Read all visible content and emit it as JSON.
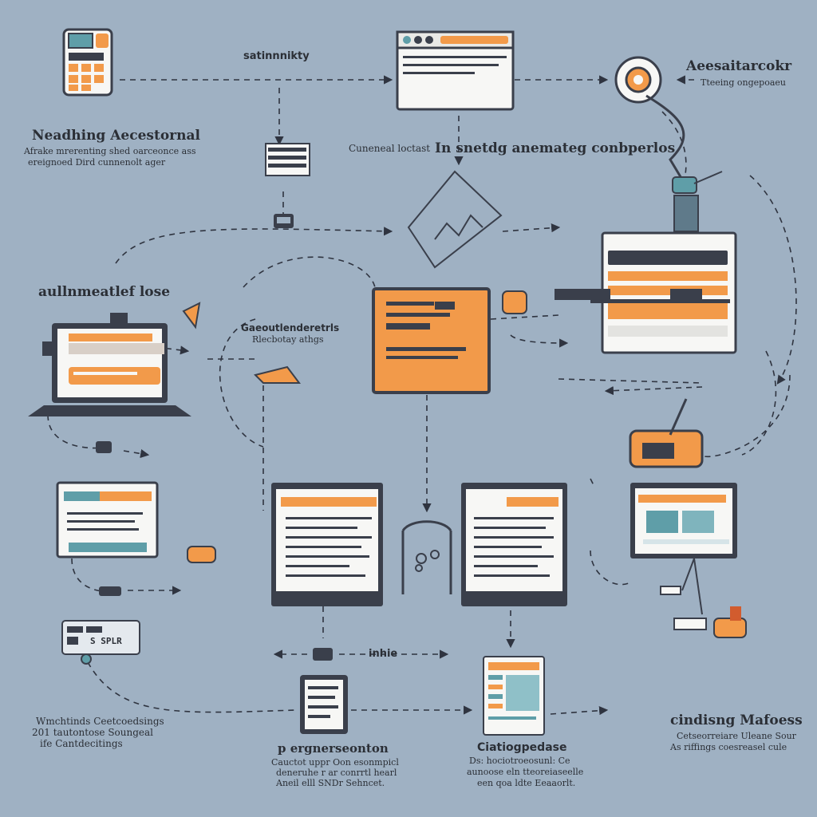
{
  "colors": {
    "background": "#9fb1c3",
    "orange": "#f29a4a",
    "teal": "#5f9ea8",
    "dark": "#3a3f4b",
    "line": "#2f3440",
    "white": "#f7f7f5"
  },
  "labels": {
    "top_center_small": "satinnnikty",
    "top_left_title": "Neadhing Aecestornal",
    "top_left_sub1": "Afrake mrerenting shed oarceonce ass",
    "top_left_sub2": "ereignoed Dird cunnenolt ager",
    "mid_center_small": "Cuneneal loctast",
    "mid_center_title": "In snetdg anemateg conbperlos",
    "top_right_title": "Aeesaitarcokr",
    "top_right_sub": "Tteeing ongepoaeu",
    "left_mid_title": "aullnmeatlef lose",
    "center_small_title": "Gaeoutlenderetrls",
    "center_small_sub": "Rlecbotay athgs",
    "bottom_center_label": "inhie",
    "bottom_left_title": "Wmchtinds Ceetcoedsings",
    "bottom_left_sub1": "201 tautontose Soungeal",
    "bottom_left_sub2": "ife Cantdecitings",
    "bottom_mid_title": "p ergnerseonton",
    "bottom_mid_sub1": "Cauctot uppr Oon esonmpicl",
    "bottom_mid_sub2": "deneruhe r ar conrrtl hearl",
    "bottom_mid_sub3": "Aneil elll SNDr Sehncet.",
    "bottom_right_center_title": "Ciatiogpedase",
    "bottom_right_center_sub1": "Ds: hociotroeosunl: Ce",
    "bottom_right_center_sub2": "aunoose eln tteoreiaseelle",
    "bottom_right_center_sub3": "een qoa ldte Eeaaorlt.",
    "bottom_right_title": "cindisng Mafoess",
    "bottom_right_sub1": "Cetseorreiare Uleane Sour",
    "bottom_right_sub2": "As riffings coesreasel cule",
    "keyboard_text": "S SPLR"
  },
  "icons": [
    "calculator-icon",
    "browser-window-icon",
    "globe-icon",
    "robot-arm-icon",
    "server-rack-icon",
    "decision-diamond-icon",
    "laptop-icon",
    "dashboard-window-icon",
    "orange-panel-icon",
    "document-window-icon",
    "cloud-bucket-icon",
    "keyboard-icon",
    "tablet-icon",
    "chart-window-icon",
    "desk-lamp-icon",
    "connector-plug-icon"
  ]
}
